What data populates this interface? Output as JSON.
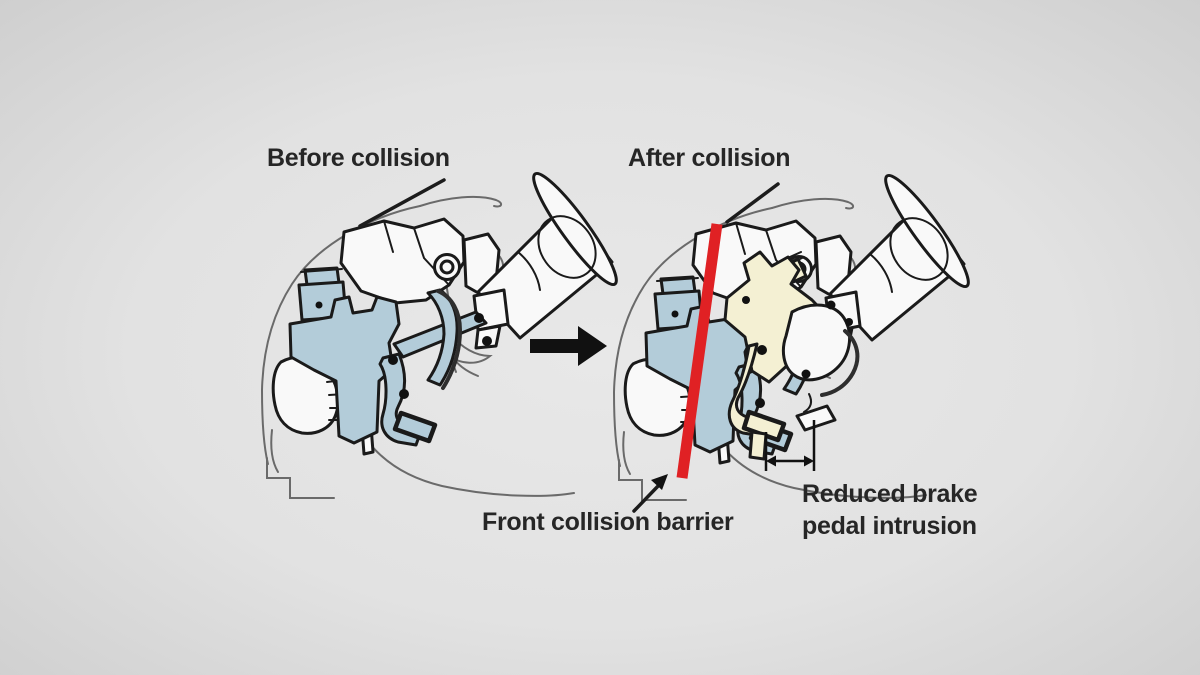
{
  "labels": {
    "before": "Before collision",
    "after": "After collision",
    "barrier": "Front collision barrier",
    "intrusion_line1": "Reduced brake",
    "intrusion_line2": "pedal intrusion"
  },
  "colors": {
    "background_center": "#e8e8e8",
    "background_edge": "#cfcfcf",
    "line_dark": "#1a1a1a",
    "line_light": "#6a6a6a",
    "component_blue": "#b3ccd9",
    "deformed_yellow": "#f4f0d3",
    "barrier_red": "#e02124",
    "text": "#262626",
    "component_white": "#f9f9f9"
  },
  "icons": {
    "transition_arrow": "right-arrow",
    "barrier_pointer": "up-right-arrow",
    "intrusion_measure": "double-headed-arrow"
  }
}
